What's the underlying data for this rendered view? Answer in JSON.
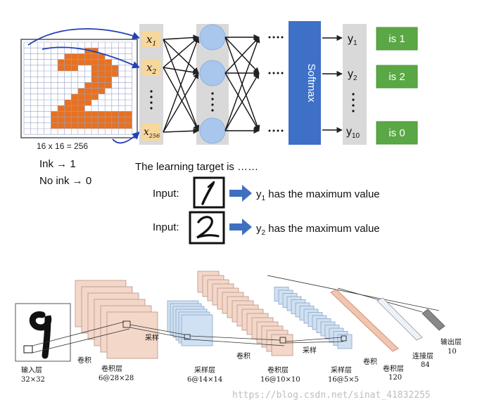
{
  "grid": {
    "caption": "16 x 16 = 256",
    "ink_label": "Ink → 1",
    "noink_label": "No ink → 0"
  },
  "inputs": {
    "x1": "x",
    "x1_sub": "1",
    "x2": "x",
    "x2_sub": "2",
    "x256": "x",
    "x256_sub": "256"
  },
  "softmax_label": "Softmax",
  "outputs": {
    "y1": "y",
    "y1_sub": "1",
    "y2": "y",
    "y2_sub": "2",
    "y10": "y",
    "y10_sub": "10"
  },
  "badges": {
    "b1": "is 1",
    "b2": "is 2",
    "b3": "is 0"
  },
  "learning": {
    "heading": "The learning target is ……",
    "row1_prefix": "Input:",
    "row1_y": "y",
    "row1_sub": "1",
    "row1_text": " has the maximum value",
    "row2_prefix": "Input:",
    "row2_y": "y",
    "row2_sub": "2",
    "row2_text": " has the maximum value"
  },
  "cnn": {
    "input_label": "输入层",
    "input_dim": "32×32",
    "conv1_op": "卷积",
    "conv1_label": "卷积层",
    "conv1_dim": "6@28×28",
    "pool1_op": "采样",
    "pool1_label": "采样层",
    "pool1_dim": "6@14×14",
    "conv2_op": "卷积",
    "conv2_label": "卷积层",
    "conv2_dim": "16@10×10",
    "pool2_op": "采样",
    "pool2_label": "采样层",
    "pool2_dim": "16@5×5",
    "conv3_op": "卷积",
    "conv3_label": "卷积层",
    "conv3_dim": "120",
    "fc_label": "连接层",
    "fc_dim": "84",
    "out_label": "输出层",
    "out_dim": "10"
  },
  "watermark": "https://blog.csdn.net/sinat_41832255",
  "colors": {
    "orange": "#e8711f",
    "grid_line": "#9aa0c8",
    "input_box": "#f7d79a",
    "neuron": "#a9c6ec",
    "softmax": "#3e70c8",
    "badge": "#5aa845",
    "arrow_blue": "#3f6fbf",
    "gray_band": "#d9d9d9"
  }
}
